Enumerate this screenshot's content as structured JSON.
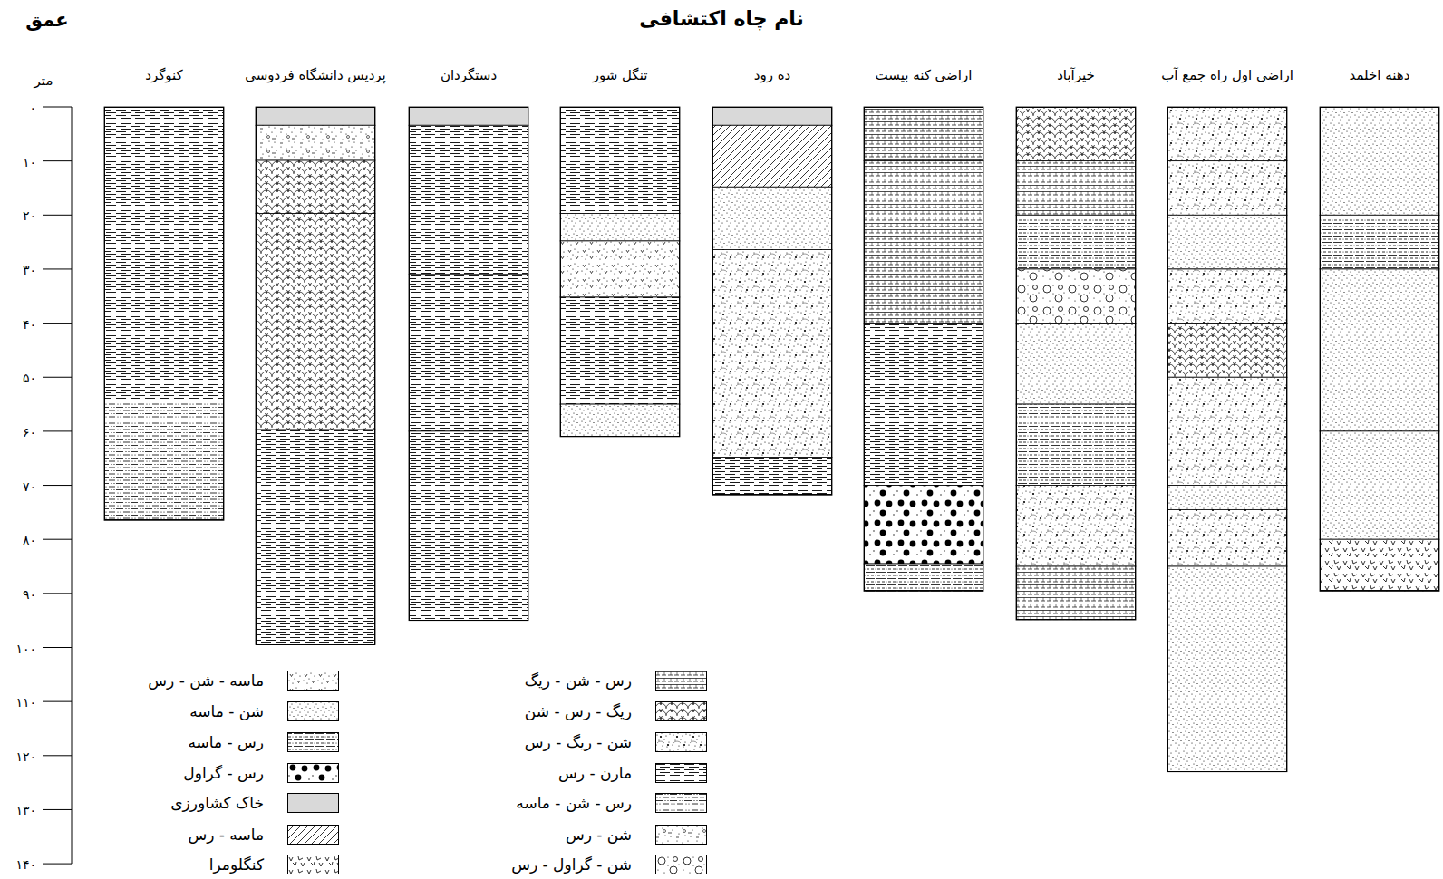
{
  "diagram": {
    "title": "نام چاه اکتشافی",
    "nodes": [
      {
        "text": [
          "دهنه اخلمد"
        ]
      },
      {
        "text": [
          "اراضی اول راه جمع آب"
        ]
      },
      {
        "text": [
          "خیرآباد"
        ]
      },
      {
        "text": [
          "اراضی کنه بیست"
        ]
      },
      {
        "text": [
          "ده رود"
        ]
      },
      {
        "text": [
          "تنگل شور"
        ]
      },
      {
        "text": [
          "دستگردان"
        ]
      },
      {
        "text": [
          "پردیس دانشگاه فردوسی"
        ]
      },
      {
        "text": [
          "کنوگرد"
        ]
      }
    ],
    "labels": [
      "عمق",
      "متر",
      "۰",
      "۱۰",
      "۲۰",
      "۳۰",
      "۴۰",
      "۵۰",
      "۶۰",
      "۷۰",
      "۸۰",
      "۹۰",
      "۱۰۰",
      "۱۱۰",
      "۱۲۰",
      "۱۳۰",
      "۱۴۰"
    ],
    "legend": [
      {
        "text": "رس - شن - ریگ"
      },
      {
        "text": "ریگ - رس - شن"
      },
      {
        "text": "شن - ریگ - رس"
      },
      {
        "text": "مارن - رس"
      },
      {
        "text": "رس - شن - ماسه"
      },
      {
        "text": "شن - رس"
      },
      {
        "text": "شن - گراول - رس"
      },
      {
        "text": "ماسه - شن - رس"
      },
      {
        "text": "شن - ماسه"
      },
      {
        "text": "رس - ماسه"
      },
      {
        "text": "رس - گراول"
      },
      {
        "text": "خاک کشاورزی",
        "color": "#d9d9d9"
      },
      {
        "text": "ماسه - رس"
      },
      {
        "text": "کنگلومرا"
      }
    ]
  }
}
